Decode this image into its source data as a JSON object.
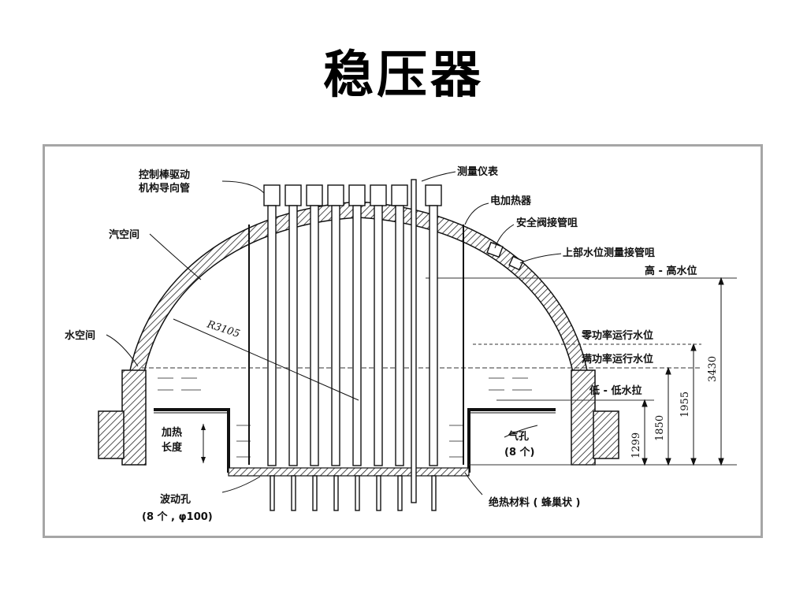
{
  "title": "稳压器",
  "labels": {
    "rod_drive_1": "控制棒驱动",
    "rod_drive_2": "机构导向管",
    "instrument": "测量仪表",
    "heater": "电加热器",
    "safety_valve": "安全阀接管咀",
    "upper_level": "上部水位测量接管咀",
    "steam_space": "汽空间",
    "water_space": "水空间",
    "radius": "R3105",
    "high_high": "高 - 高水位",
    "zero_power": "零功率运行水位",
    "full_power": "满功率运行水位",
    "low_low": "低 - 低水拉",
    "heat_len_1": "加热",
    "heat_len_2": "长度",
    "vent_1": "气孔",
    "vent_2": "(8 个)",
    "surge_1": "波动孔",
    "surge_2": "(8 个 , φ100)",
    "insulation": "绝热材料 ( 蜂巢状 )"
  },
  "dimensions": [
    "1299",
    "1850",
    "1955",
    "3430"
  ]
}
